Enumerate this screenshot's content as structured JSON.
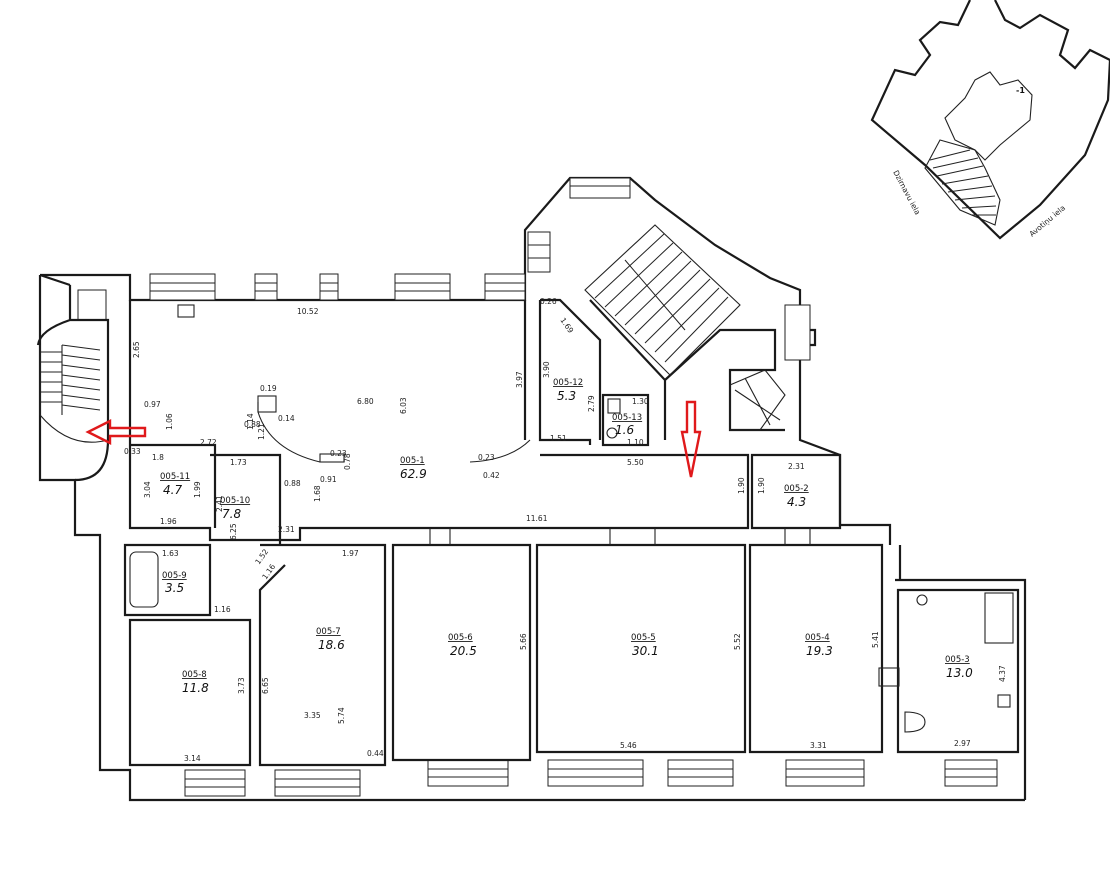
{
  "colors": {
    "walls": "#1a1a1a",
    "arrow": "#e0191b",
    "background": "#ffffff"
  },
  "key_plan": {
    "floor": "-1",
    "street_left": "Dzirnavu iela",
    "street_right": "Avotiņu iela"
  },
  "rooms": [
    {
      "id": "005-1",
      "area": "62.9"
    },
    {
      "id": "005-11",
      "area": "4.7"
    },
    {
      "id": "005-10",
      "area": "7.8"
    },
    {
      "id": "005-12",
      "area": "5.3"
    },
    {
      "id": "005-13",
      "area": "1.6"
    },
    {
      "id": "005-2",
      "area": "4.3"
    },
    {
      "id": "005-9",
      "area": "3.5"
    },
    {
      "id": "005-8",
      "area": "11.8"
    },
    {
      "id": "005-7",
      "area": "18.6"
    },
    {
      "id": "005-6",
      "area": "20.5"
    },
    {
      "id": "005-5",
      "area": "30.1"
    },
    {
      "id": "005-4",
      "area": "19.3"
    },
    {
      "id": "005-3",
      "area": "13.0"
    }
  ],
  "dimensions": [
    "10.52",
    "6.80",
    "6.03",
    "2.65",
    "0.97",
    "1.06",
    "0.33",
    "1.8",
    "2.72",
    "0.19",
    "1.14",
    "1.21",
    "0.14",
    "0.88",
    "0.23",
    "0.78",
    "0.23",
    "0.42",
    "3.97",
    "0.91",
    "1.68",
    "11.61",
    "5.50",
    "1.73",
    "0.88",
    "2.41",
    "2.31",
    "6.25",
    "1.52",
    "1.16",
    "1.16",
    "3.04",
    "1.99",
    "1.96",
    "1.63",
    "3.90",
    "1.69",
    "0.26",
    "1.51",
    "2.79",
    "1.30",
    "1.10",
    "2.31",
    "1.90",
    "1.90",
    "1.97",
    "3.73",
    "3.14",
    "6.65",
    "3.35",
    "5.74",
    "0.44",
    "5.66",
    "5.52",
    "5.46",
    "5.41",
    "3.31",
    "4.37",
    "2.97"
  ]
}
